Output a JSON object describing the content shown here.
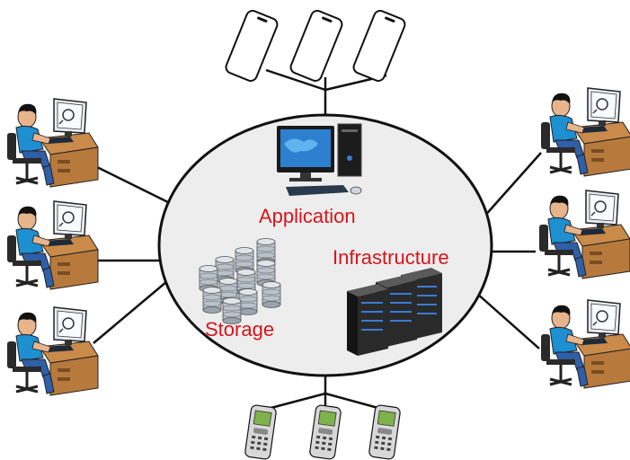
{
  "diagram": {
    "labels": {
      "application": "Application",
      "infrastructure": "Infrastructure",
      "storage": "Storage"
    },
    "colors": {
      "label": "#d8141b",
      "cloud_fill": "#ededed",
      "outline": "#111111"
    },
    "icons": {
      "top": "smartphone-icon",
      "bottom": "mobile-phone-icon",
      "sides": "user-at-computer-icon",
      "center_app": "desktop-computer-icon",
      "center_storage": "database-stack-icon",
      "center_infra": "server-rack-icon"
    }
  }
}
